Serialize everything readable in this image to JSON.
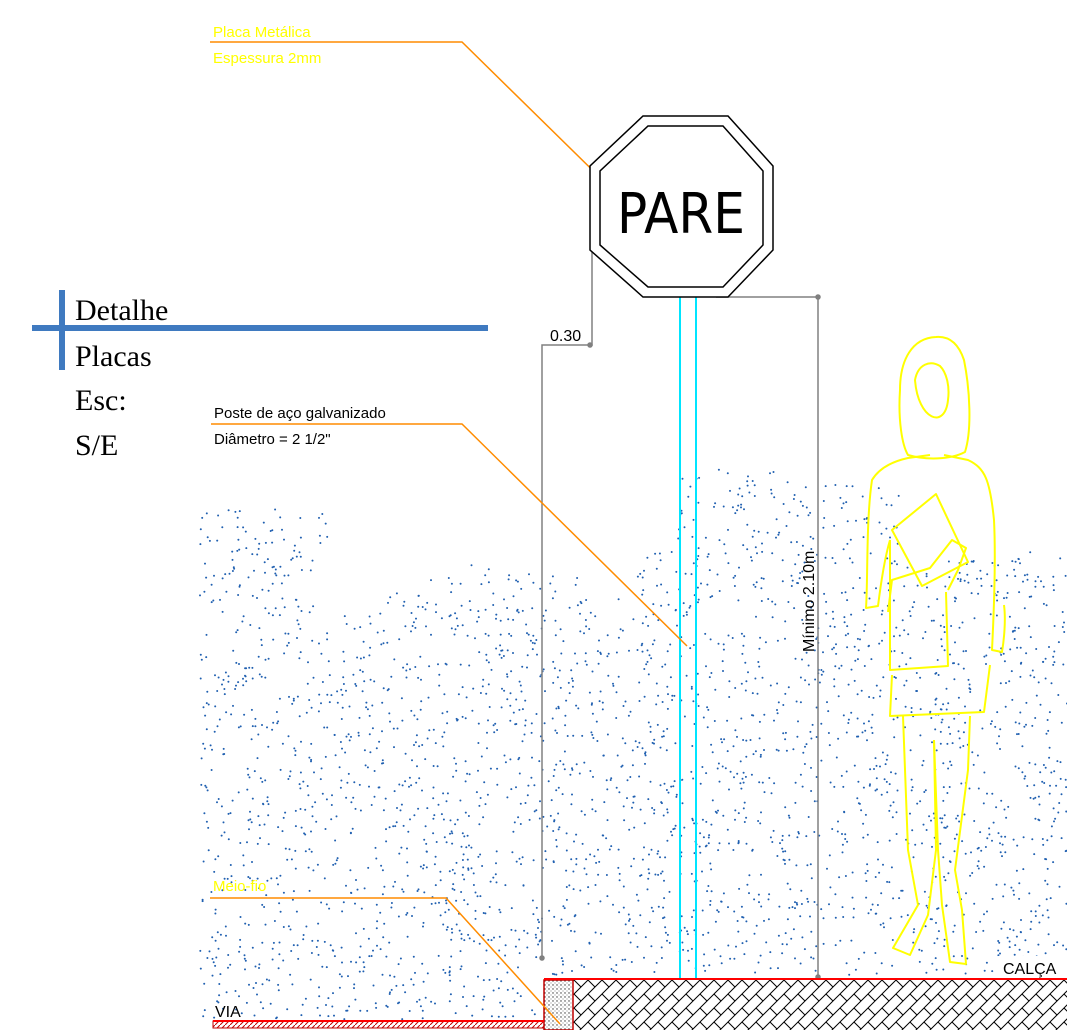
{
  "title_block": {
    "line1": "Detalhe",
    "line2": "Placas",
    "scale_label": "Esc:",
    "scale_value": "S/E"
  },
  "sign": {
    "text": "PARE"
  },
  "annotations": {
    "plate_line1": "Placa Metálica",
    "plate_line2": "Espessura 2mm",
    "post_line1": "Poste de aço galvanizado",
    "post_line2": "Diâmetro = 2 1/2\"",
    "curb": "Meio-fio"
  },
  "dimensions": {
    "offset": "0.30",
    "height": "Mínimo 2.10m"
  },
  "ground_labels": {
    "road": "VIA",
    "sidewalk": "CALÇA"
  },
  "colors": {
    "title_bar": "#3f7ac0",
    "leader": "#ff8c00",
    "yellow_text": "#ffff00",
    "post": "#00e5ff",
    "dimension_line": "#808080",
    "stipple": "#1f5fb0",
    "person": "#ffff00",
    "ground_line": "#ff0000"
  }
}
